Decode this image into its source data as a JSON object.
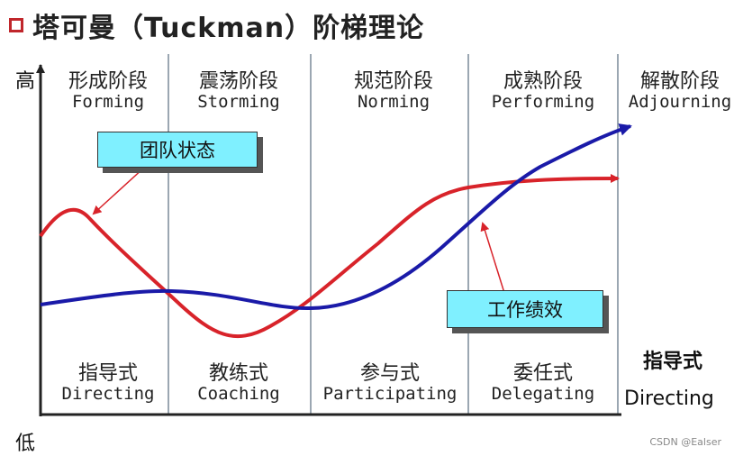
{
  "title": "塔可曼（Tuckman）阶梯理论",
  "axis": {
    "high": "高",
    "low": "低"
  },
  "stages": [
    {
      "zh": "形成阶段",
      "en": "Forming"
    },
    {
      "zh": "震荡阶段",
      "en": "Storming"
    },
    {
      "zh": "规范阶段",
      "en": "Norming"
    },
    {
      "zh": "成熟阶段",
      "en": "Performing"
    },
    {
      "zh": "解散阶段",
      "en": "Adjourning"
    }
  ],
  "styles": [
    {
      "zh": "指导式",
      "en": "Directing"
    },
    {
      "zh": "教练式",
      "en": "Coaching"
    },
    {
      "zh": "参与式",
      "en": "Participating"
    },
    {
      "zh": "委任式",
      "en": "Delegating"
    },
    {
      "zh": "指导式",
      "en": "Directing"
    }
  ],
  "callouts": {
    "team_state": "团队状态",
    "work_performance": "工作绩效"
  },
  "colors": {
    "team_state_curve": "#d8232a",
    "performance_curve": "#1a1aa8",
    "callout_bg": "#7ff0ff",
    "title_box": "#c0262b"
  },
  "watermark": "CSDN @Ealser"
}
